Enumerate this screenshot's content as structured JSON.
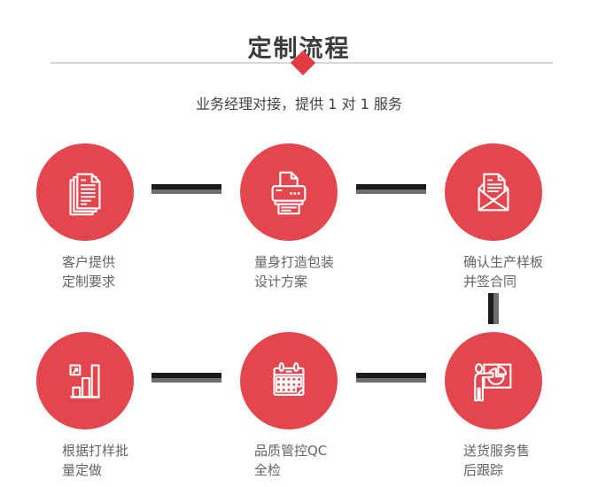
{
  "header": {
    "title": "定制流程",
    "subtitle": "业务经理对接，提供 1 对 1 服务"
  },
  "colors": {
    "accent_red": "#e3474d",
    "diamond_red": "#e23c43",
    "title_color": "#3c3c3c",
    "subtitle_color": "#414141",
    "label_color": "#646464",
    "connector_black": "#1b1b1b",
    "connector_gray": "#6e6e6e",
    "divider_gray": "#d6d6d6"
  },
  "steps": [
    {
      "icon": "documents-icon",
      "label_line1": "客户提供",
      "label_line2": "定制要求"
    },
    {
      "icon": "printer-icon",
      "label_line1": "量身打造包装",
      "label_line2": "设计方案"
    },
    {
      "icon": "open-envelope-icon",
      "label_line1": "确认生产样板",
      "label_line2": "并签合同"
    },
    {
      "icon": "bar-chart-icon",
      "label_line1": "根据打样批",
      "label_line2": "量定做"
    },
    {
      "icon": "calendar-icon",
      "label_line1": "品质管控QC",
      "label_line2": "全检"
    },
    {
      "icon": "presentation-icon",
      "label_line1": "送货服务售",
      "label_line2": "后跟踪"
    }
  ]
}
